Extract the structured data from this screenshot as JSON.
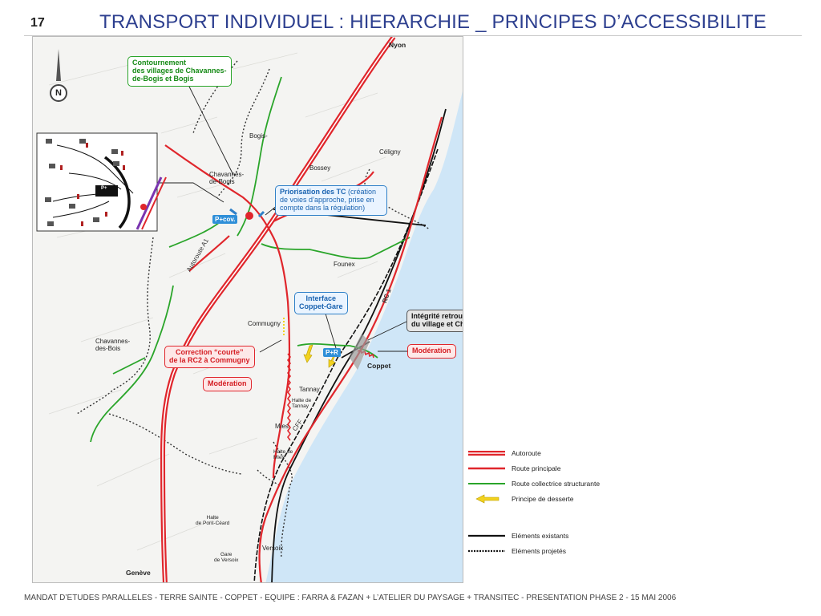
{
  "header": {
    "page_number": "17",
    "title": "TRANSPORT INDIVIDUEL : HIERARCHIE _ PRINCIPES D’ACCESSIBILITE"
  },
  "map": {
    "compass": "N",
    "places": {
      "nyon": "Nyon",
      "bogis": "Bogis-",
      "celigny": "Céligny",
      "bossey": "Bossey",
      "chavannes_de_bogis_1": "Chavannes-",
      "chavannes_de_bogis_2": "de-Bogis",
      "founex": "Founex",
      "commugny": "Commugny",
      "chavannes_des_bois_1": "Chavannes-",
      "chavannes_des_bois_2": "des-Bois",
      "tannay": "Tannay",
      "halte_tannay_1": "Halte de",
      "halte_tannay_2": "Tannay",
      "coppet": "Coppet",
      "mies": "Mies",
      "halte_mies_1": "Halte de",
      "halte_mies_2": "Mies",
      "halte_pont_ceard_1": "Halte",
      "halte_pont_ceard_2": "de Pont-Céard",
      "versoix": "Versoix",
      "gare_versoix_1": "Gare",
      "gare_versoix_2": "de Versoix",
      "geneve": "Genève"
    },
    "road_labels": {
      "autoroute_a1": "Autoroute A1",
      "rc1": "RC 1",
      "cff": "CFF"
    },
    "callouts": {
      "contournement_1": "Contournement",
      "contournement_2": "des villages de Chavannes-",
      "contournement_3": "de-Bogis et Bogis",
      "priorisation_bold": "Priorisation des TC",
      "priorisation_rest_1": " (création",
      "priorisation_rest_2": "de voies d’approche, prise en",
      "priorisation_rest_3": "compte dans la régulation)",
      "interface_1": "Interface",
      "interface_2": "Coppet-Gare",
      "integrite_1": "Intégrité retrouvée",
      "integrite_2": "du village et Château de Coppet",
      "moderation_coppet": "Modération",
      "correction_1": "Correction “courte”",
      "correction_2": "de la RC2 à Commugny",
      "moderation_tannay": "Modération"
    },
    "tags": {
      "p_cov": "P+cov.",
      "p_r": "P+R",
      "p_plus_inset": "P+"
    },
    "colors": {
      "autoroute": "#e0262c",
      "route_principale": "#e0262c",
      "route_collectrice": "#2aa52a",
      "principe_desserte": "#f2d21e",
      "lake": "#cfe6f7",
      "existing": "#111111"
    }
  },
  "legend": {
    "items": [
      {
        "label": "Autoroute",
        "icon": "double-red-line"
      },
      {
        "label": "Route principale",
        "icon": "red-line"
      },
      {
        "label": "Route collectrice structurante",
        "icon": "green-line"
      },
      {
        "label": "Principe de desserte",
        "icon": "yellow-arrow"
      },
      {
        "label": "Eléments existants",
        "icon": "black-solid-line"
      },
      {
        "label": "Eléments projetés",
        "icon": "black-dotted-line"
      }
    ]
  },
  "footer": {
    "text": "MANDAT D’ETUDES PARALLELES  -  TERRE SAINTE  -  COPPET  -  EQUIPE  :  FARRA & FAZAN  +  L’ATELIER DU PAYSAGE  +  TRANSITEC  -  PRESENTATION PHASE 2  -  15 MAI 2006"
  }
}
